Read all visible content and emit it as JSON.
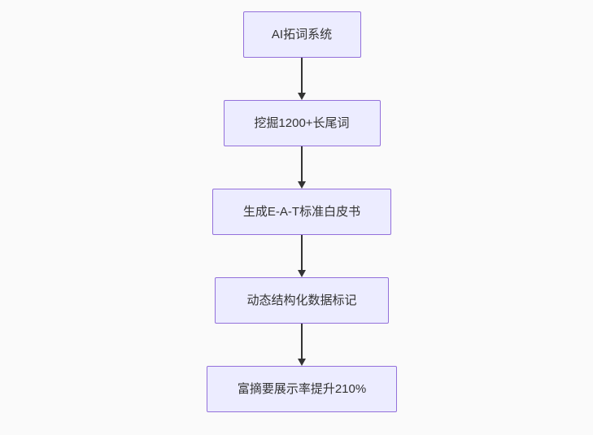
{
  "flowchart": {
    "direction": "top-down",
    "colors": {
      "node_fill": "#ececff",
      "node_border": "#9370db",
      "arrow_color": "#333333",
      "text_color": "#333333",
      "background": "#fafafa"
    },
    "nodes": [
      {
        "label": "AI拓词系统"
      },
      {
        "label": "挖掘1200+长尾词"
      },
      {
        "label": "生成E-A-T标准白皮书"
      },
      {
        "label": "动态结构化数据标记"
      },
      {
        "label": "富摘要展示率提升210%"
      }
    ]
  }
}
